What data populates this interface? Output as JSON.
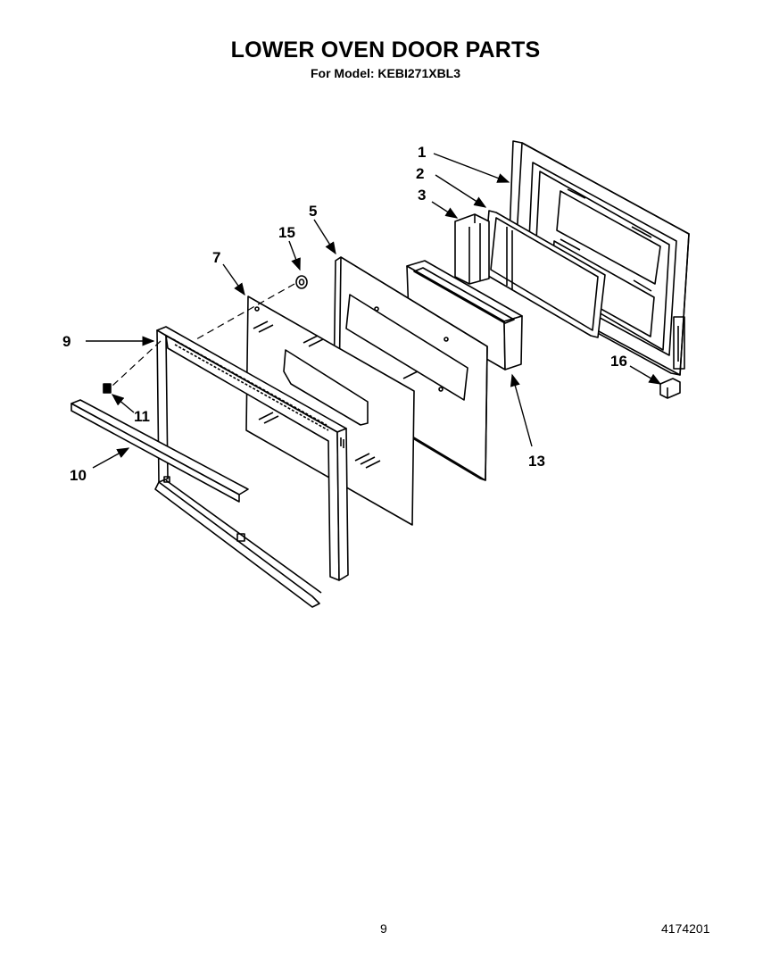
{
  "header": {
    "title": "LOWER OVEN DOOR PARTS",
    "subtitle": "For Model: KEBI271XBL3"
  },
  "callouts": {
    "c1": "1",
    "c2": "2",
    "c3": "3",
    "c5": "5",
    "c7": "7",
    "c9": "9",
    "c10": "10",
    "c11": "11",
    "c13": "13",
    "c15": "15",
    "c16": "16"
  },
  "footer": {
    "page_number": "9",
    "doc_number": "4174201"
  },
  "colors": {
    "line": "#000000",
    "background": "#ffffff"
  }
}
